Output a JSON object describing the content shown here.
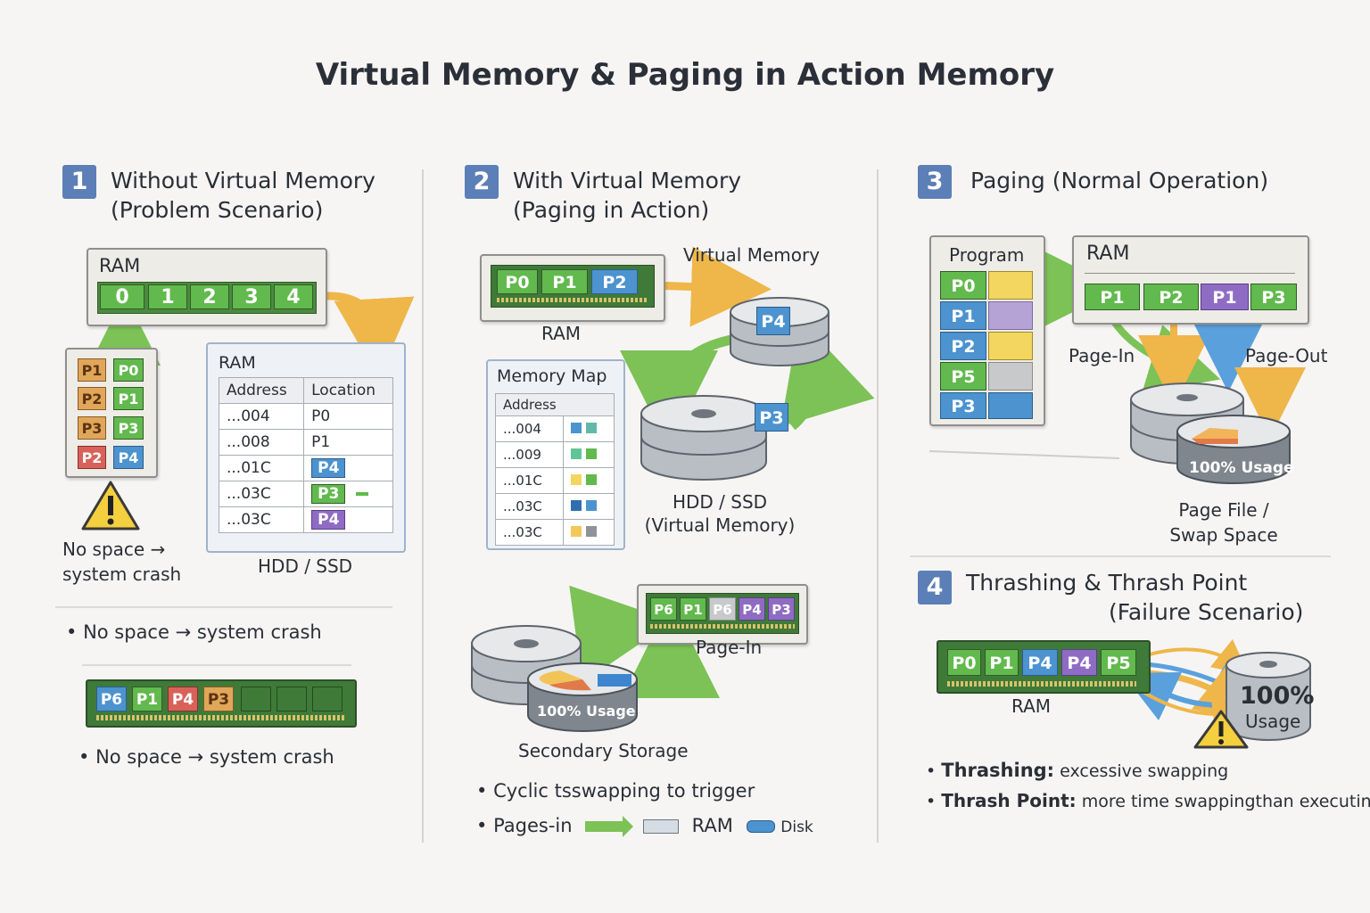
{
  "title": "Virtual Memory & Paging in Action Memory",
  "sec1": {
    "num": "1",
    "title_line1": "Without Virtual Memory",
    "title_line2": "(Problem Scenario)",
    "ram_label": "RAM",
    "ram_cells": [
      "0",
      "1",
      "2",
      "3",
      "4"
    ],
    "process_pages": [
      [
        "P1",
        "P0"
      ],
      [
        "P2",
        "P1"
      ],
      [
        "P3",
        "P3"
      ],
      [
        "P2",
        "P4"
      ]
    ],
    "warning_text_line1": "No space →",
    "warning_text_line2": "system crash",
    "table_title": "RAM",
    "table_headers": [
      "Address",
      "Location"
    ],
    "table_rows": [
      {
        "address": "...004",
        "location": "P0"
      },
      {
        "address": "...008",
        "location": "P1"
      },
      {
        "address": "...01C",
        "location": "P4"
      },
      {
        "address": "...03C",
        "location": "P3"
      },
      {
        "address": "...03C",
        "location": "P4"
      }
    ],
    "hdd_label": "HDD / SSD",
    "bullet1": "No space →  system crash",
    "ram_stick_cells": [
      "P6",
      "P1",
      "P4",
      "P3"
    ],
    "bullet2": "No space  →  system crash"
  },
  "sec2": {
    "num": "2",
    "title_line1": "With Virtual Memory",
    "title_line2": "(Paging in Action)",
    "ram_cells": [
      "P0",
      "P1",
      "P2"
    ],
    "ram_label": "RAM",
    "vm_label": "Virtual Memory",
    "disk_page_top": "P4",
    "disk_page_bottom": "P3",
    "hdd_label_line1": "HDD / SSD",
    "hdd_label_line2": "(Virtual Memory)",
    "map_title": "Memory Map",
    "map_header": "Address",
    "map_rows": [
      "...004",
      "...009",
      "...01C",
      "...03C",
      "...03C"
    ],
    "page_in_cells": [
      "P6",
      "P1",
      "P6",
      "P4",
      "P3"
    ],
    "page_in_label": "Page-In",
    "usage_label": "100% Usage",
    "secondary_label": "Secondary Storage",
    "bullet1": "Cyclic tsswapping to trigger",
    "bullet2_prefix": "Pages-in",
    "bullet2_ram": "RAM",
    "bullet2_disk": "Disk"
  },
  "sec3": {
    "num": "3",
    "title": "Paging (Normal Operation)",
    "program_label": "Program",
    "program_pages": [
      "P0",
      "P1",
      "P2",
      "P5",
      "P3"
    ],
    "ram_label": "RAM",
    "ram_cells": [
      "P1",
      "P2",
      "P1",
      "P3"
    ],
    "page_in_label": "Page-In",
    "page_out_label": "Page-Out",
    "usage_label": "100% Usage",
    "pagefile_line1": "Page File /",
    "pagefile_line2": "Swap Space"
  },
  "sec4": {
    "num": "4",
    "title_line1": "Thrashing & Thrash Point",
    "title_line2": "(Failure Scenario)",
    "ram_cells": [
      "P0",
      "P1",
      "P4",
      "P4",
      "P5"
    ],
    "ram_label": "RAM",
    "usage_pct": "100%",
    "usage_word": "Usage",
    "bullet1_term": "Thrashing:",
    "bullet1_text": "excessive swapping",
    "bullet2_term": "Thrash Point:",
    "bullet2_text": "more time swappingthan executing"
  },
  "colors": {
    "green": "#62b94d",
    "blue": "#4c93cf",
    "purple": "#8f6cc3",
    "orange": "#e0a65a",
    "badge": "#5b7fb6",
    "arrow_orange": "#efb64a",
    "arrow_green": "#7cc256",
    "arrow_blue": "#5aa0dc"
  }
}
